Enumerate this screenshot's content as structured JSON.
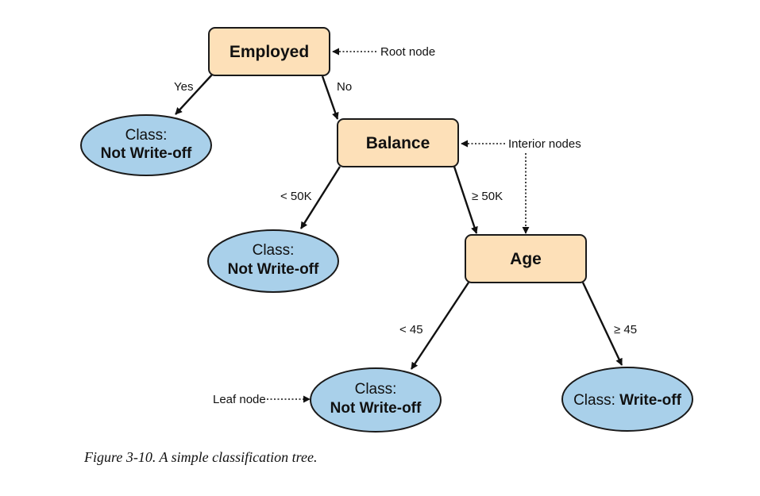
{
  "nodes": {
    "employed": "Employed",
    "balance": "Balance",
    "age": "Age"
  },
  "leaves": {
    "leaf1": {
      "class_label": "Class:",
      "value": "Not Write-off"
    },
    "leaf2": {
      "class_label": "Class:",
      "value": "Not Write-off"
    },
    "leaf3": {
      "class_label": "Class:",
      "value": "Not Write-off"
    },
    "leaf4": {
      "class_label": "Class:",
      "value": "Write-off"
    }
  },
  "edges": {
    "yes": "Yes",
    "no": "No",
    "lt50k": "< 50K",
    "ge50k": "≥ 50K",
    "lt45": "< 45",
    "ge45": "≥ 45"
  },
  "callouts": {
    "root_node": "Root node",
    "interior_nodes": "Interior nodes",
    "leaf_node": "Leaf node"
  },
  "caption": "Figure 3-10. A simple classification tree."
}
